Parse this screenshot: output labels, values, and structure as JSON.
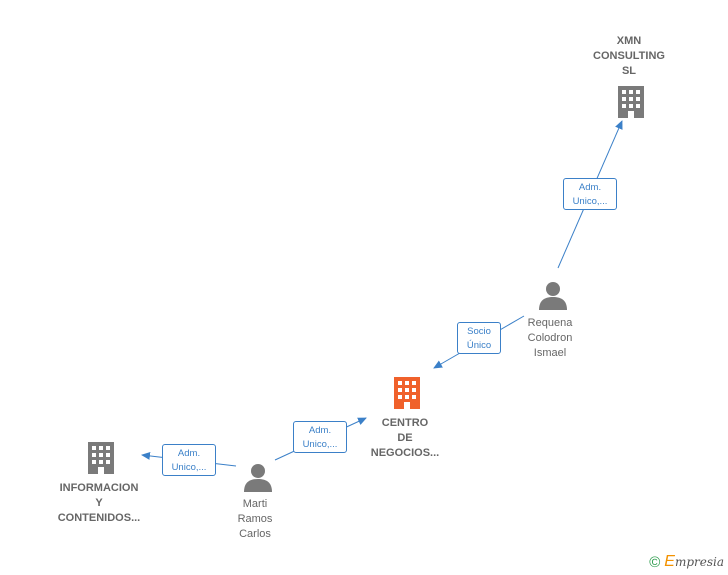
{
  "nodes": {
    "xmn": {
      "label_lines": [
        "XMN",
        "CONSULTING",
        "SL"
      ],
      "type": "company"
    },
    "requena": {
      "label_lines": [
        "Requena",
        "Colodron",
        "Ismael"
      ],
      "type": "person"
    },
    "centro": {
      "label_lines": [
        "CENTRO",
        "DE",
        "NEGOCIOS..."
      ],
      "type": "company-focus"
    },
    "marti": {
      "label_lines": [
        "Marti",
        "Ramos",
        "Carlos"
      ],
      "type": "person"
    },
    "informacion": {
      "label_lines": [
        "INFORMACION",
        "Y",
        "CONTENIDOS..."
      ],
      "type": "company"
    }
  },
  "edges": {
    "requena_xmn": {
      "label_lines": [
        "Adm.",
        "Unico,..."
      ]
    },
    "requena_centro": {
      "label_lines": [
        "Socio",
        "Único"
      ]
    },
    "marti_centro": {
      "label_lines": [
        "Adm.",
        "Unico,..."
      ]
    },
    "marti_informacion": {
      "label_lines": [
        "Adm.",
        "Unico,..."
      ]
    }
  },
  "colors": {
    "edge": "#3b80c8",
    "icon_gray": "#7a7a7a",
    "icon_focus": "#f0612b"
  },
  "footer": {
    "copyright_symbol": "©",
    "brand_initial": "E",
    "brand_rest": "mpresia"
  }
}
